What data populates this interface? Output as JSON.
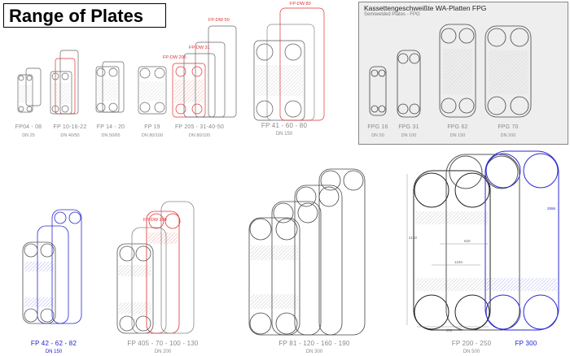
{
  "title": "Range of Plates",
  "fpg_panel": {
    "title": "Kassettengeschweißte WA-Platten FPG",
    "subtitle": "Semiwelded Plates - FPG"
  },
  "captions": {
    "fp04": {
      "name": "FP04 - 08",
      "dn": "DN 25"
    },
    "fp10": {
      "name": "FP 10-16-22",
      "dn": "DN 40/50"
    },
    "fp14": {
      "name": "FP 14 - 20",
      "dn": "DN 50/65"
    },
    "fp19": {
      "name": "FP 19",
      "dn": "DN 80/100"
    },
    "fp205": {
      "name": "FP 205 - 31-40-50",
      "dn": "DN 80/100"
    },
    "fp41": {
      "name": "FP  41  -  60  -  80",
      "dn": "DN 150"
    },
    "fpg16": {
      "name": "FPG 16",
      "dn": "DN 50"
    },
    "fpg31": {
      "name": "FPG 31",
      "dn": "DN 100"
    },
    "fpg62": {
      "name": "FPG 62",
      "dn": "DN 150"
    },
    "fpg70": {
      "name": "FPG 70",
      "dn": "DN 200"
    },
    "fp42": {
      "name": "FP  42 - 62 - 82",
      "dn": "DN 150"
    },
    "fp405": {
      "name": "FP 405 - 70 - 100 - 130",
      "dn": "DN 200"
    },
    "fp81": {
      "name": "FP 81 - 120 - 160 - 190",
      "dn": "DN 300"
    },
    "fp200": {
      "name": "FP 200 - 250",
      "dn": "DN 500"
    },
    "fp300": {
      "name": "FP 300",
      "dn": ""
    }
  },
  "red_labels": {
    "fp_dw_80": "FP-DW 80",
    "fp_dw_50": "FP-DW 50",
    "fp_dw_31": "FP-DW 31",
    "fp_dw_205": "FP-DW 205",
    "fp_dw_100": "FP-DW 100"
  },
  "dims": {
    "d620": "620",
    "d1240": "1240",
    "d672": "672",
    "d2130": "2130",
    "d2556": "2556"
  },
  "colors": {
    "line_gray": "#9a9a9a",
    "line_dark": "#3a3a3a",
    "accent_red": "#e03030",
    "accent_blue": "#2a2ad0",
    "panel_bg": "#eeeeee"
  }
}
